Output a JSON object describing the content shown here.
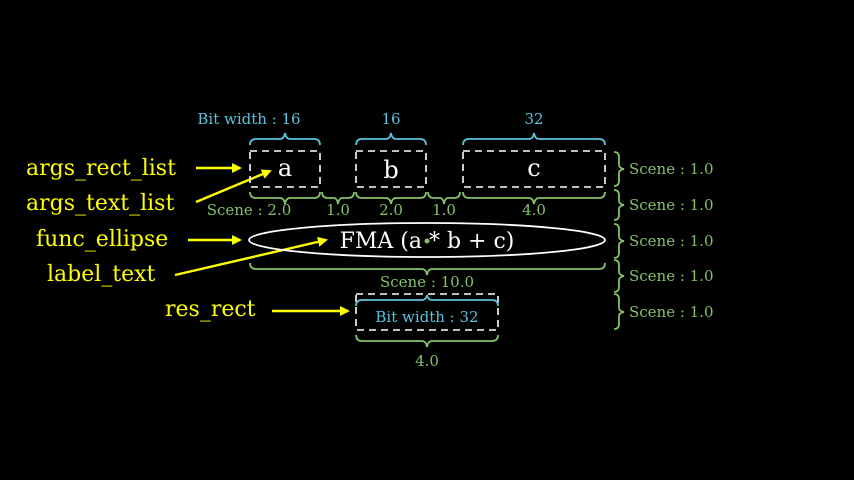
{
  "colors": {
    "background": "#000000",
    "label": "#ffff00",
    "text": "#ffffff",
    "bit_width": "#58c4dd",
    "scene": "#83c167"
  },
  "labels": {
    "args_rect_list": "args_rect_list",
    "args_text_list": "args_text_list",
    "func_ellipse": "func_ellipse",
    "label_text": "label_text",
    "res_rect": "res_rect"
  },
  "args": [
    {
      "text": "a",
      "bit_width": "Bit width : 16",
      "scene": "Scene : 2.0"
    },
    {
      "text": "b",
      "bit_width": "16",
      "scene": "2.0"
    },
    {
      "text": "c",
      "bit_width": "32",
      "scene": "4.0"
    }
  ],
  "gaps": [
    "1.0",
    "1.0"
  ],
  "func": {
    "label": "FMA (a * b + c)",
    "scene": "Scene : 10.0"
  },
  "result": {
    "bit_width": "Bit width : 32",
    "scene": "4.0"
  },
  "right_scenes": [
    "Scene : 1.0",
    "Scene : 1.0",
    "Scene : 1.0",
    "Scene : 1.0",
    "Scene : 1.0"
  ]
}
